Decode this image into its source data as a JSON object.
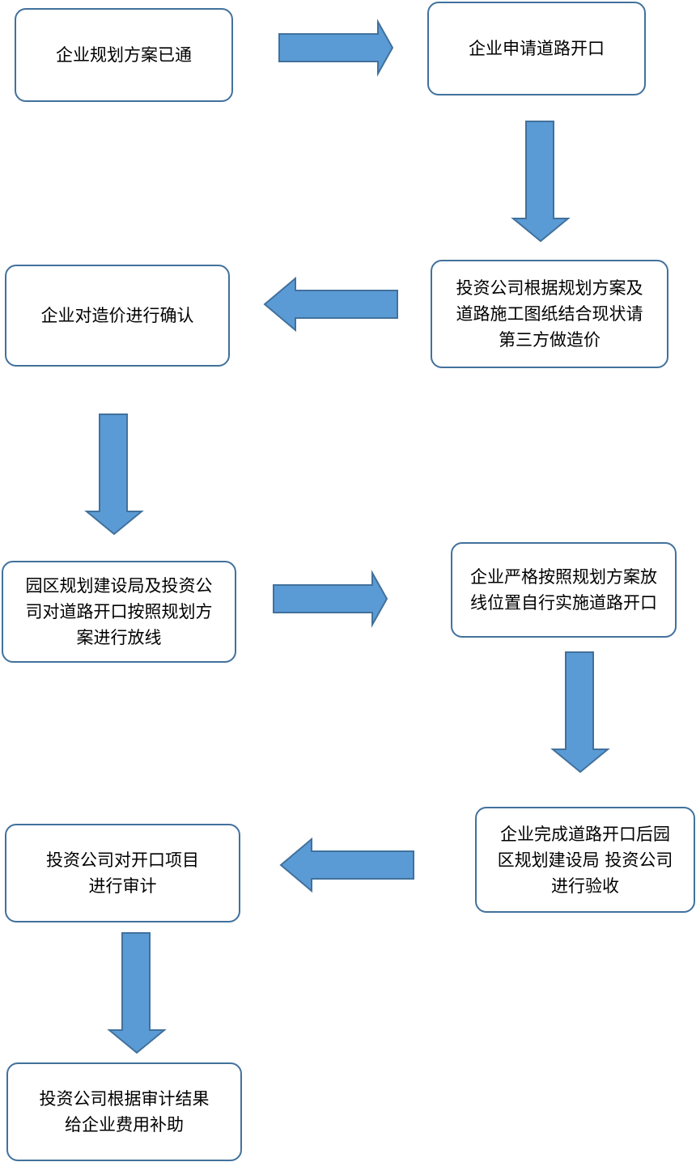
{
  "colors": {
    "arrow_fill": "#5b9bd5",
    "arrow_stroke": "#41719c",
    "box_border": "#41719c"
  },
  "flow": {
    "steps": [
      {
        "id": "s1",
        "text": "企业规划方案已通"
      },
      {
        "id": "s2",
        "text": "企业申请道路开口"
      },
      {
        "id": "s3",
        "text": "投资公司根据规划方案及道路施工图纸结合现状请第三方做造价"
      },
      {
        "id": "s4",
        "text": "企业对造价进行确认"
      },
      {
        "id": "s5",
        "text": "园区规划建设局及投资公司对道路开口按照规划方案进行放线"
      },
      {
        "id": "s6",
        "text": "企业严格按照规划方案放线位置自行实施道路开口"
      },
      {
        "id": "s7",
        "text": "企业完成道路开口后园区规划建设局 投资公司进行验收"
      },
      {
        "id": "s8",
        "text": "投资公司对开口项目进行审计"
      },
      {
        "id": "s9",
        "text": "投资公司根据审计结果给企业费用补助"
      }
    ],
    "connections": [
      {
        "from": "s1",
        "to": "s2",
        "direction": "right"
      },
      {
        "from": "s2",
        "to": "s3",
        "direction": "down"
      },
      {
        "from": "s3",
        "to": "s4",
        "direction": "left"
      },
      {
        "from": "s4",
        "to": "s5",
        "direction": "down"
      },
      {
        "from": "s5",
        "to": "s6",
        "direction": "right"
      },
      {
        "from": "s6",
        "to": "s7",
        "direction": "down"
      },
      {
        "from": "s7",
        "to": "s8",
        "direction": "left"
      },
      {
        "from": "s8",
        "to": "s9",
        "direction": "down"
      }
    ]
  }
}
